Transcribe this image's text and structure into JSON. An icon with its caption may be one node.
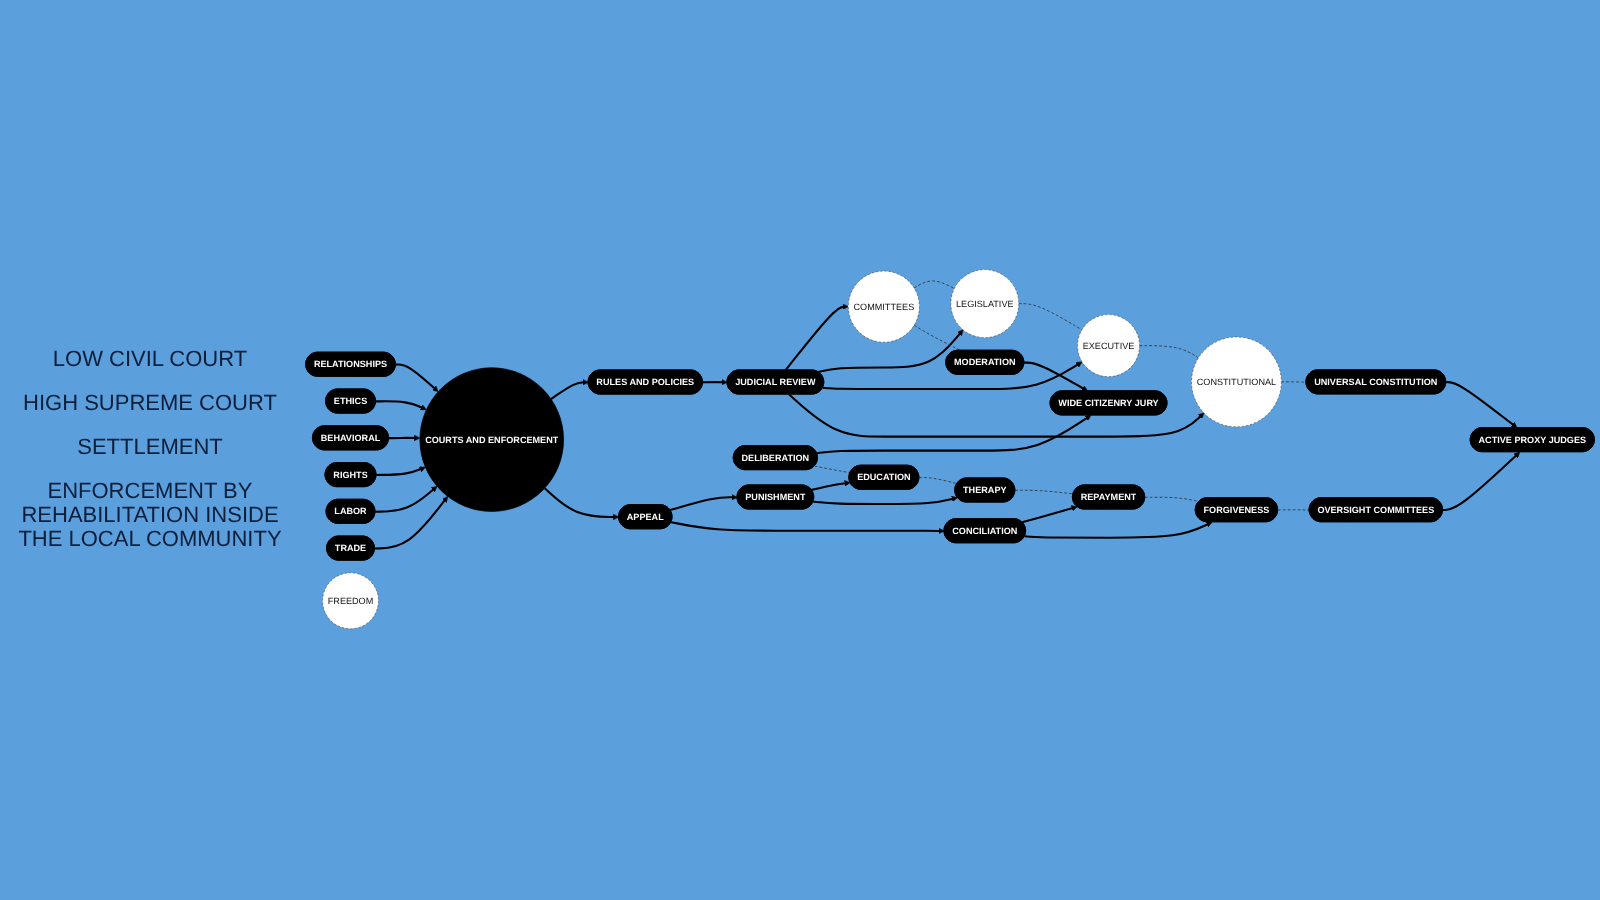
{
  "diagram": {
    "nodes": [
      {
        "text": [
          "COURTS AND ENFORCEMENT"
        ]
      },
      {
        "text": [
          "RULES AND POLICIES"
        ]
      },
      {
        "text": [
          "JUDICIAL REVIEW"
        ]
      },
      {
        "text": [
          "COMMITTEES"
        ]
      },
      {
        "text": [
          "LEGISLATIVE"
        ]
      },
      {
        "text": [
          "EXECUTIVE"
        ]
      },
      {
        "text": [
          "CONSTITUTIONAL"
        ]
      },
      {
        "text": [
          "MODERATION"
        ]
      },
      {
        "text": [
          "UNIVERSAL CONSTITUTION"
        ]
      },
      {
        "text": [
          "RELATIONSHIPS"
        ]
      },
      {
        "text": [
          "ETHICS"
        ]
      },
      {
        "text": [
          "WIDE CITIZENRY JURY"
        ]
      },
      {
        "text": [
          "BEHAVIORAL"
        ]
      },
      {
        "text": [
          "RIGHTS"
        ]
      },
      {
        "text": [
          "ACTIVE PROXY JUDGES"
        ]
      },
      {
        "text": [
          "LABOR"
        ]
      },
      {
        "text": [
          "TRADE"
        ]
      },
      {
        "text": [
          "APPEAL"
        ]
      },
      {
        "text": [
          "DELIBERATION"
        ]
      },
      {
        "text": [
          "OVERSIGHT COMMITTEES"
        ]
      },
      {
        "text": [
          "PUNISHMENT"
        ]
      },
      {
        "text": [
          "CONCILIATION"
        ]
      },
      {
        "text": [
          "EDUCATION"
        ]
      },
      {
        "text": [
          "FORGIVENESS"
        ]
      },
      {
        "text": [
          "THERAPY"
        ]
      },
      {
        "text": [
          "REPAYMENT"
        ]
      },
      {
        "text": [
          "FREEDOM"
        ]
      }
    ],
    "edges": [
      {
        "from": 0,
        "to": 1,
        "arrow": "to"
      },
      {
        "from": 1,
        "to": 2,
        "arrow": "to"
      },
      {
        "from": 2,
        "to": 3,
        "arrow": "to"
      },
      {
        "from": 2,
        "to": 4,
        "arrow": "to"
      },
      {
        "from": 2,
        "to": 5,
        "arrow": "to"
      },
      {
        "from": 2,
        "to": 6,
        "arrow": "to"
      },
      {
        "from": 9,
        "to": 0,
        "arrow": "to"
      },
      {
        "from": 10,
        "to": 0,
        "arrow": "to"
      },
      {
        "from": 12,
        "to": 0,
        "arrow": "to"
      },
      {
        "from": 13,
        "to": 0,
        "arrow": "to"
      },
      {
        "from": 15,
        "to": 0,
        "arrow": "to"
      },
      {
        "from": 16,
        "to": 0,
        "arrow": "to"
      },
      {
        "from": 0,
        "to": 17,
        "arrow": "to"
      },
      {
        "from": 17,
        "to": 20,
        "arrow": "to"
      },
      {
        "from": 17,
        "to": 21,
        "arrow": "to"
      },
      {
        "from": 20,
        "to": 22,
        "arrow": "to"
      },
      {
        "from": 20,
        "to": 24,
        "arrow": "to"
      },
      {
        "from": 21,
        "to": 25,
        "arrow": "to"
      },
      {
        "from": 21,
        "to": 23,
        "arrow": "to"
      },
      {
        "from": 7,
        "to": 11,
        "arrow": "to"
      },
      {
        "from": 18,
        "to": 11,
        "arrow": "to"
      },
      {
        "from": 8,
        "to": 14,
        "arrow": "to"
      },
      {
        "from": 19,
        "to": 14,
        "arrow": "to"
      },
      {
        "from": 3,
        "to": 4,
        "arrow": "none",
        "style": "dashed"
      },
      {
        "from": 4,
        "to": 5,
        "arrow": "none",
        "style": "dashed"
      },
      {
        "from": 5,
        "to": 6,
        "arrow": "none",
        "style": "dashed"
      },
      {
        "from": 3,
        "to": 7,
        "arrow": "none",
        "style": "dashed"
      },
      {
        "from": 6,
        "to": 8,
        "arrow": "none",
        "style": "dashed"
      },
      {
        "from": 18,
        "to": 22,
        "arrow": "none",
        "style": "dashed"
      },
      {
        "from": 22,
        "to": 24,
        "arrow": "none",
        "style": "dashed"
      },
      {
        "from": 24,
        "to": 25,
        "arrow": "none",
        "style": "dashed"
      },
      {
        "from": 25,
        "to": 23,
        "arrow": "none",
        "style": "dashed"
      },
      {
        "from": 23,
        "to": 19,
        "arrow": "none",
        "style": "dashed"
      }
    ],
    "labels": [
      "LOW CIVIL COURT",
      "HIGH SUPREME COURT",
      "SETTLEMENT",
      "ENFORCEMENT BY REHABILITATION INSIDE THE LOCAL COMMUNITY"
    ]
  }
}
